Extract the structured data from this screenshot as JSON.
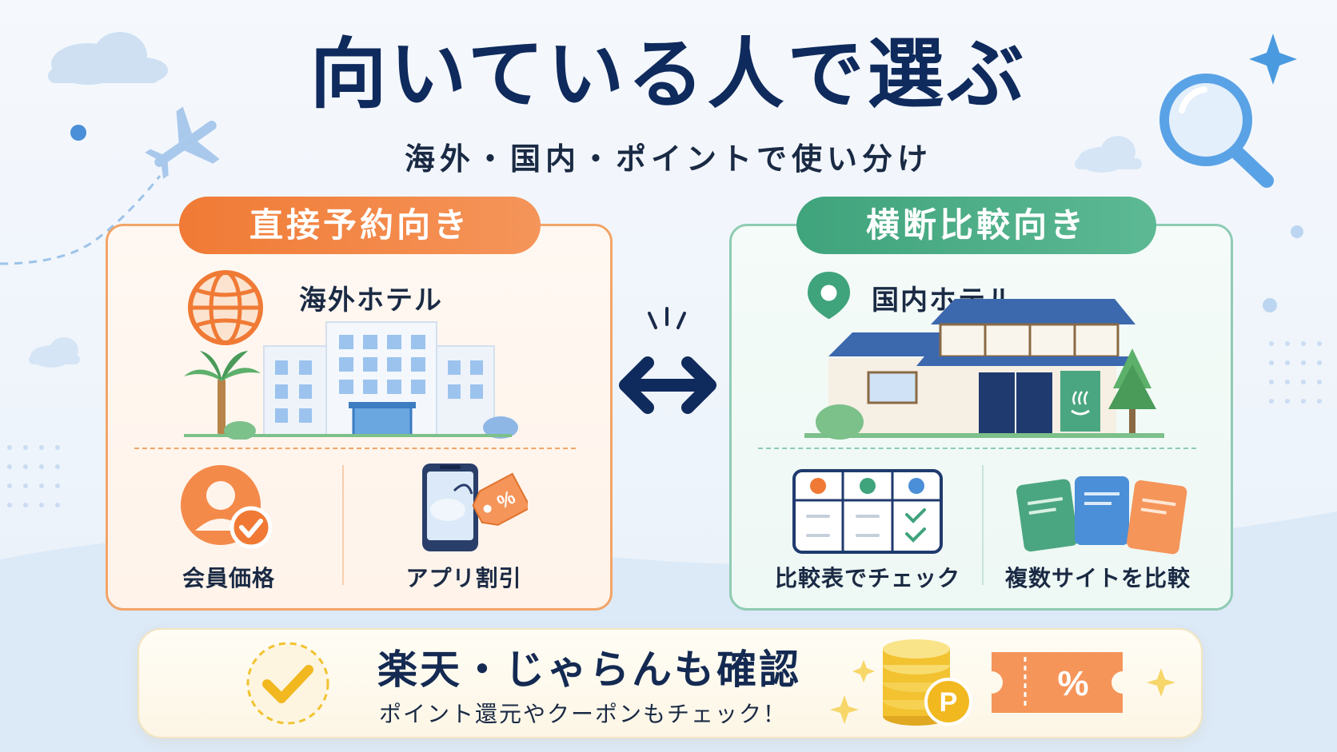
{
  "header": {
    "title": "向いている人で選ぶ",
    "subtitle": "海外・国内・ポイントで使い分け"
  },
  "left_panel": {
    "ribbon": "直接予約向き",
    "hotel_label": "海外ホテル",
    "features": [
      {
        "label": "会員価格",
        "icon": "member-check-icon"
      },
      {
        "label": "アプリ割引",
        "icon": "phone-discount-tag-icon"
      }
    ],
    "tag_text": "%",
    "accent": "#f07a35"
  },
  "right_panel": {
    "ribbon": "横断比較向き",
    "hotel_label": "国内ホテル",
    "features": [
      {
        "label": "比較表でチェック",
        "icon": "comparison-table-icon"
      },
      {
        "label": "複数サイトを比較",
        "icon": "multiple-cards-icon"
      }
    ],
    "accent": "#3fa37c"
  },
  "bottom": {
    "title": "楽天・じゃらんも確認",
    "subtitle": "ポイント還元やクーポンもチェック！",
    "coin_letter": "P",
    "coupon_text": "%"
  },
  "colors": {
    "navy": "#0f2a5c",
    "orange": "#f07a35",
    "green": "#3fa37c",
    "blue": "#4a8fd8",
    "gold": "#f2c230"
  }
}
